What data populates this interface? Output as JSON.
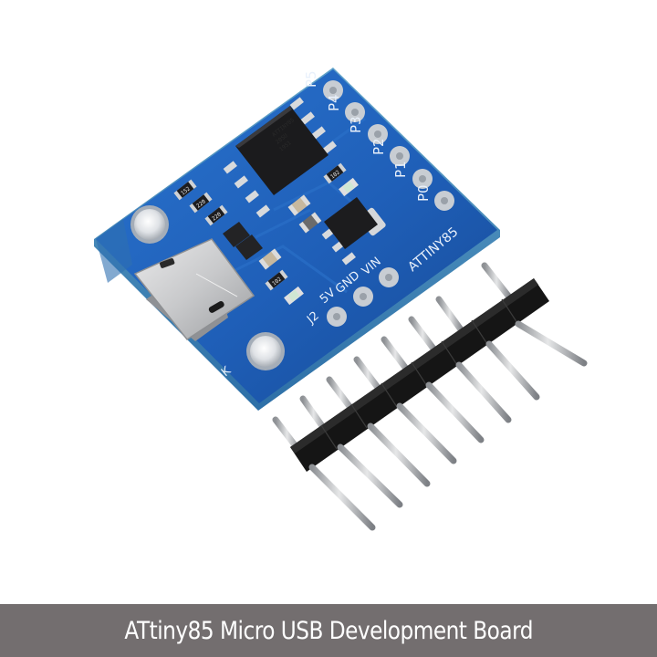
{
  "caption": {
    "text": "ATtiny85 Micro USB Development Board"
  },
  "board": {
    "pcb_color": "#1f5fb8",
    "pin_labels_right": [
      "P5",
      "P4",
      "P3",
      "P2",
      "P1",
      "P0"
    ],
    "pin_labels_bottom": [
      "5V",
      "GND",
      "VIN"
    ],
    "jumper_label": "J2",
    "model_label": "ATTINY85",
    "corner_label": "K",
    "resistor_marks": [
      "152",
      "220",
      "220",
      "102",
      "102"
    ],
    "chip_marks": [
      "ATTINY85",
      "20SU",
      "1951"
    ]
  },
  "header_pins": {
    "count": 8,
    "housing_color": "#111111",
    "pin_color": "#b9bcbf"
  },
  "colors": {
    "banner": "#736e6f",
    "banner_text": "#ffffff",
    "background": "#ffffff"
  }
}
